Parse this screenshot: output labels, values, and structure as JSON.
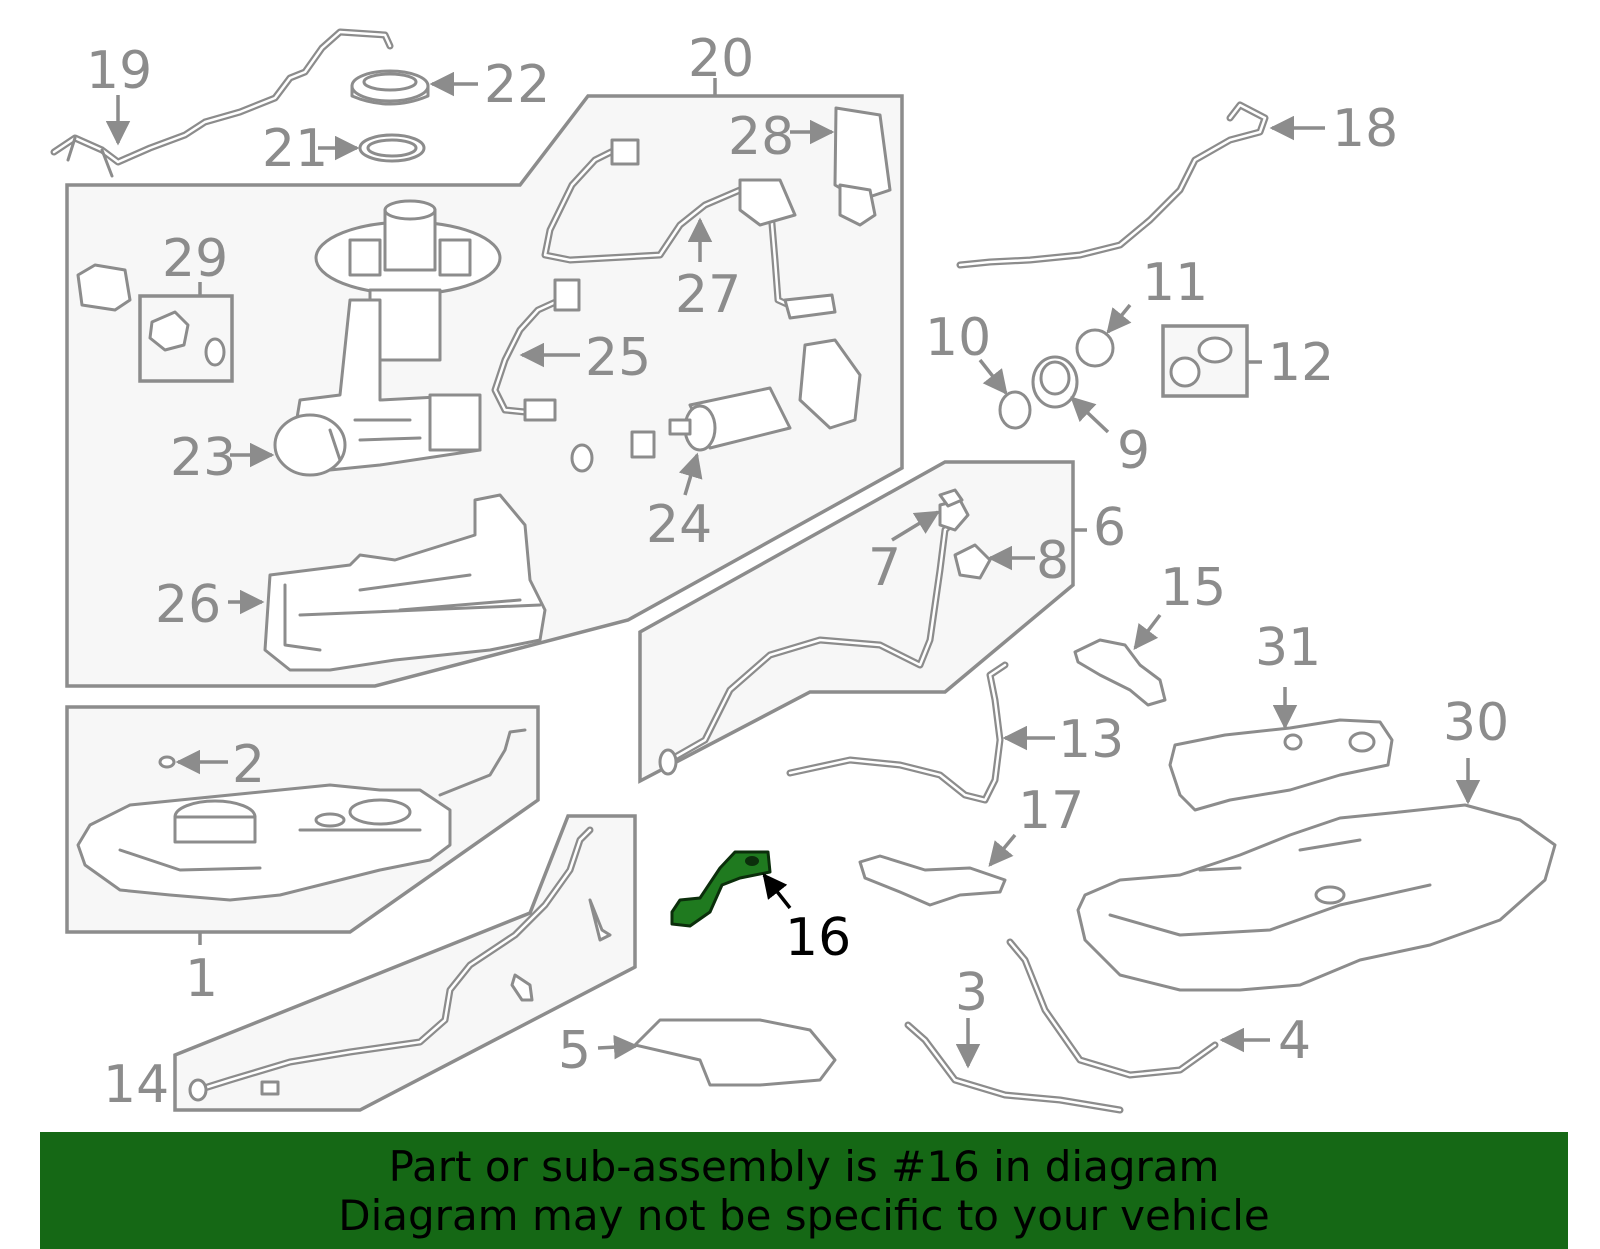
{
  "highlight": {
    "part_number": "16",
    "color": "#1f7a1f"
  },
  "callouts": {
    "c1": "1",
    "c2": "2",
    "c3": "3",
    "c4": "4",
    "c5": "5",
    "c6": "6",
    "c7": "7",
    "c8": "8",
    "c9": "9",
    "c10": "10",
    "c11": "11",
    "c12": "12",
    "c13": "13",
    "c14": "14",
    "c15": "15",
    "c16": "16",
    "c17": "17",
    "c18": "18",
    "c19": "19",
    "c20": "20",
    "c21": "21",
    "c22": "22",
    "c23": "23",
    "c24": "24",
    "c25": "25",
    "c26": "26",
    "c27": "27",
    "c28": "28",
    "c29": "29",
    "c30": "30",
    "c31": "31"
  },
  "banner": {
    "line1": "Part or sub-assembly is #16 in diagram",
    "line2": "Diagram may not be specific to your vehicle",
    "color": "#156815"
  }
}
